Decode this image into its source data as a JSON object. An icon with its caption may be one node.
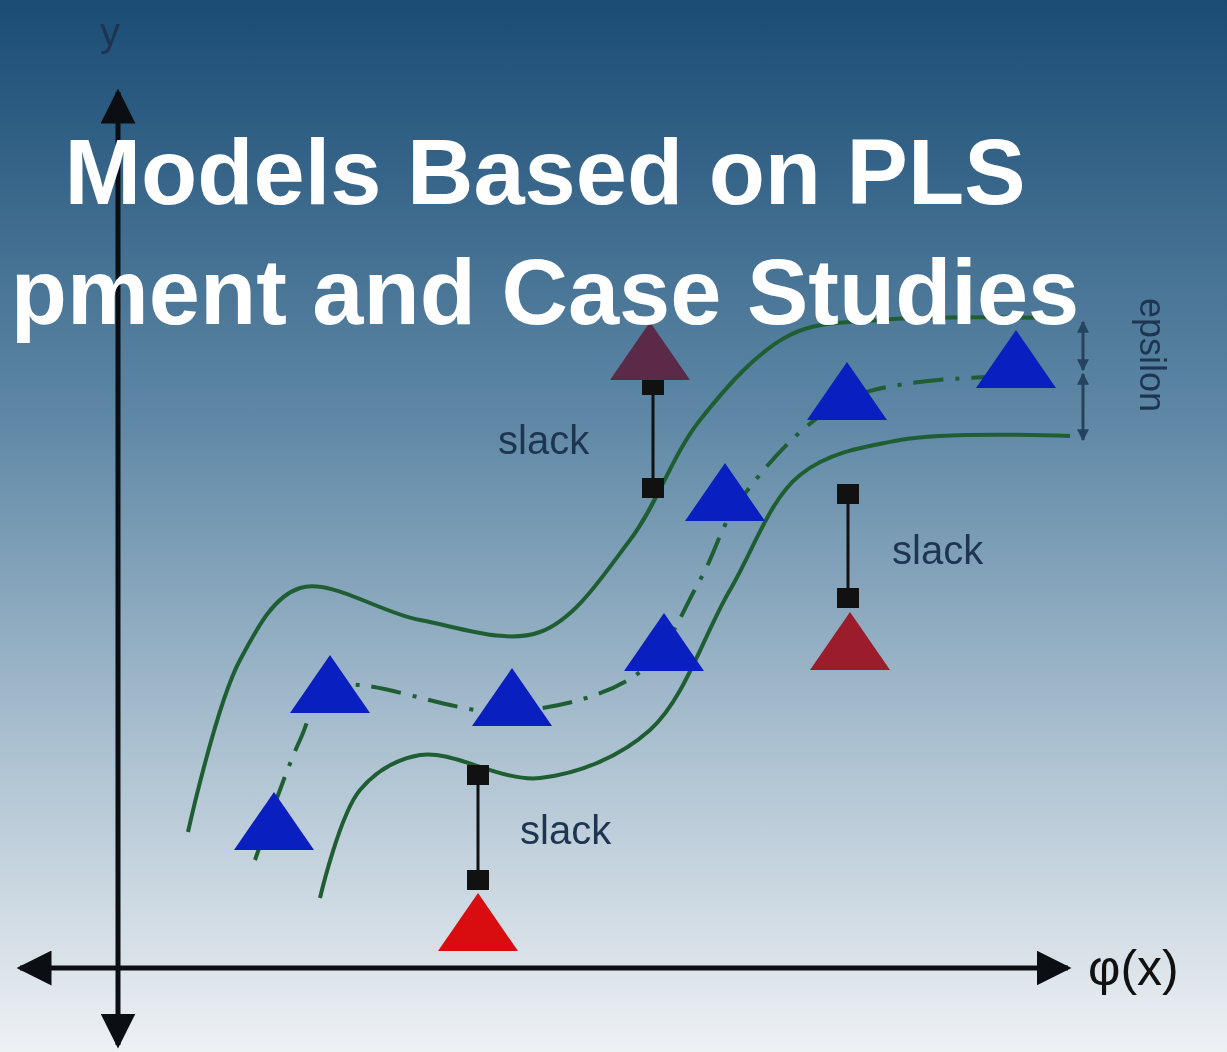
{
  "diagram": {
    "title": "Models Based on PLS pment and Case Studies",
    "nodes": [
      {
        "text": [],
        "shape": "triangle"
      },
      {
        "text": [],
        "shape": "triangle"
      },
      {
        "text": [],
        "shape": "triangle"
      },
      {
        "text": [],
        "shape": "triangle"
      },
      {
        "text": [],
        "shape": "triangle"
      },
      {
        "text": [],
        "shape": "triangle"
      },
      {
        "text": [],
        "shape": "triangle"
      },
      {
        "text": [],
        "shape": "triangle"
      },
      {
        "text": [],
        "shape": "triangle"
      },
      {
        "text": [],
        "shape": "triangle"
      }
    ],
    "labels": [
      "y",
      "epsilon",
      "slack",
      "slack",
      "slack",
      "φ(x)"
    ]
  }
}
